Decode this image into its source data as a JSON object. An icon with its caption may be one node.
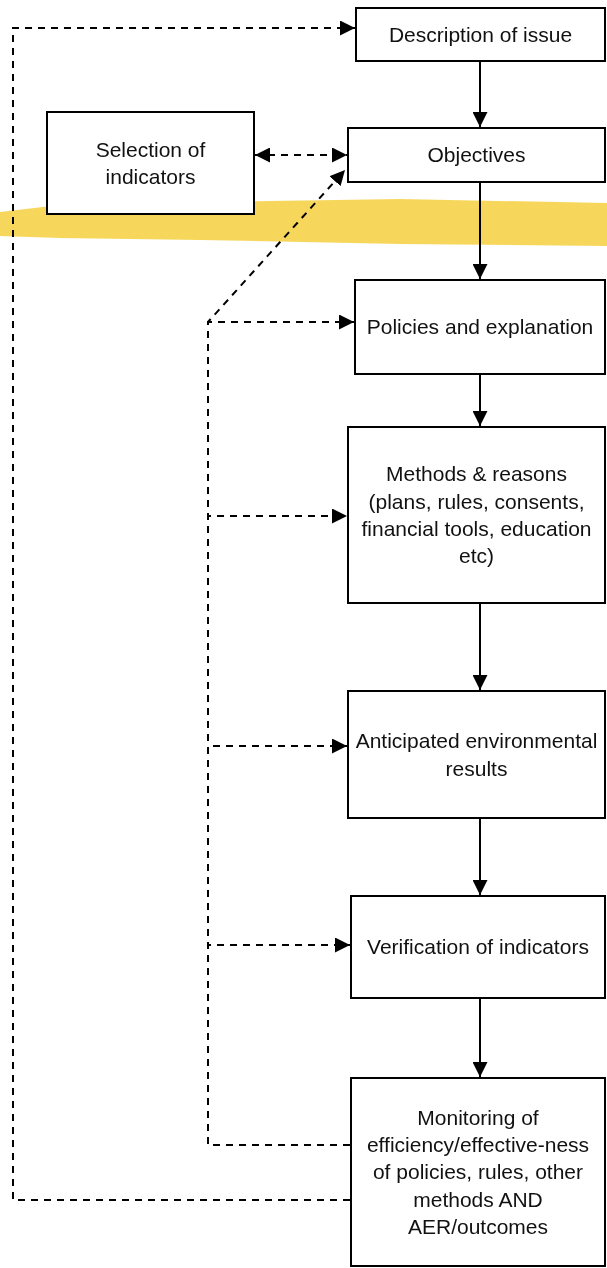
{
  "diagram": {
    "nodes": [
      {
        "text": [
          "Description of issue"
        ]
      },
      {
        "text": [
          "Selection of indicators"
        ]
      },
      {
        "text": [
          "Objectives"
        ]
      },
      {
        "text": [
          "Policies and explanation"
        ]
      },
      {
        "text": [
          "Methods & reasons (plans, rules, consents, financial tools, education etc)"
        ]
      },
      {
        "text": [
          "Anticipated environmental results"
        ]
      },
      {
        "text": [
          "Verification of indicators"
        ]
      },
      {
        "text": [
          "Monitoring of efficiency/effective-ness of policies, rules, other methods AND AER/outcomes"
        ]
      }
    ],
    "edges": [
      {
        "from": 0,
        "to": 2,
        "arrow": "to"
      },
      {
        "from": 2,
        "to": 3,
        "arrow": "to"
      },
      {
        "from": 3,
        "to": 4,
        "arrow": "to"
      },
      {
        "from": 4,
        "to": 5,
        "arrow": "to"
      },
      {
        "from": 5,
        "to": 6,
        "arrow": "to"
      },
      {
        "from": 6,
        "to": 7,
        "arrow": "to"
      },
      {
        "from": 1,
        "to": 2,
        "arrow": "both",
        "style": "dashed"
      },
      {
        "from": 7,
        "to": 0,
        "arrow": "to",
        "style": "dashed"
      },
      {
        "from": 7,
        "to": 6,
        "arrow": "to",
        "style": "dashed"
      },
      {
        "from": 7,
        "to": 5,
        "arrow": "to",
        "style": "dashed"
      },
      {
        "from": 7,
        "to": 4,
        "arrow": "to",
        "style": "dashed"
      },
      {
        "from": 7,
        "to": 3,
        "arrow": "to",
        "style": "dashed"
      },
      {
        "from": 7,
        "to": 2,
        "arrow": "to",
        "style": "dashed"
      }
    ]
  }
}
